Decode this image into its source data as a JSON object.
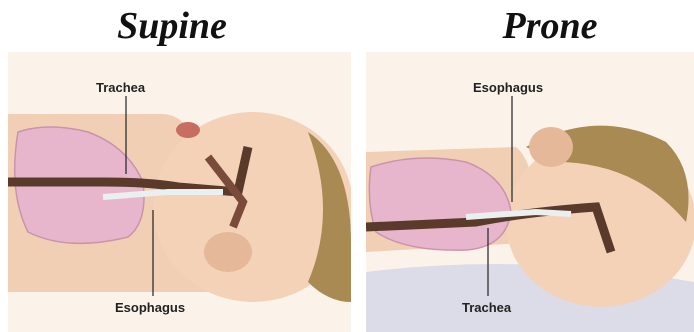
{
  "supine": {
    "title": "Supine",
    "label_top": "Trachea",
    "label_bottom": "Esophagus"
  },
  "prone": {
    "title": "Prone",
    "label_top": "Esophagus",
    "label_bottom": "Trachea"
  },
  "colors": {
    "skin": "#f3cfb3",
    "hair": "#a98a52",
    "lung": "#e8b6cc",
    "airway": "#5a3a2a",
    "sheet": "#dcdce8"
  }
}
